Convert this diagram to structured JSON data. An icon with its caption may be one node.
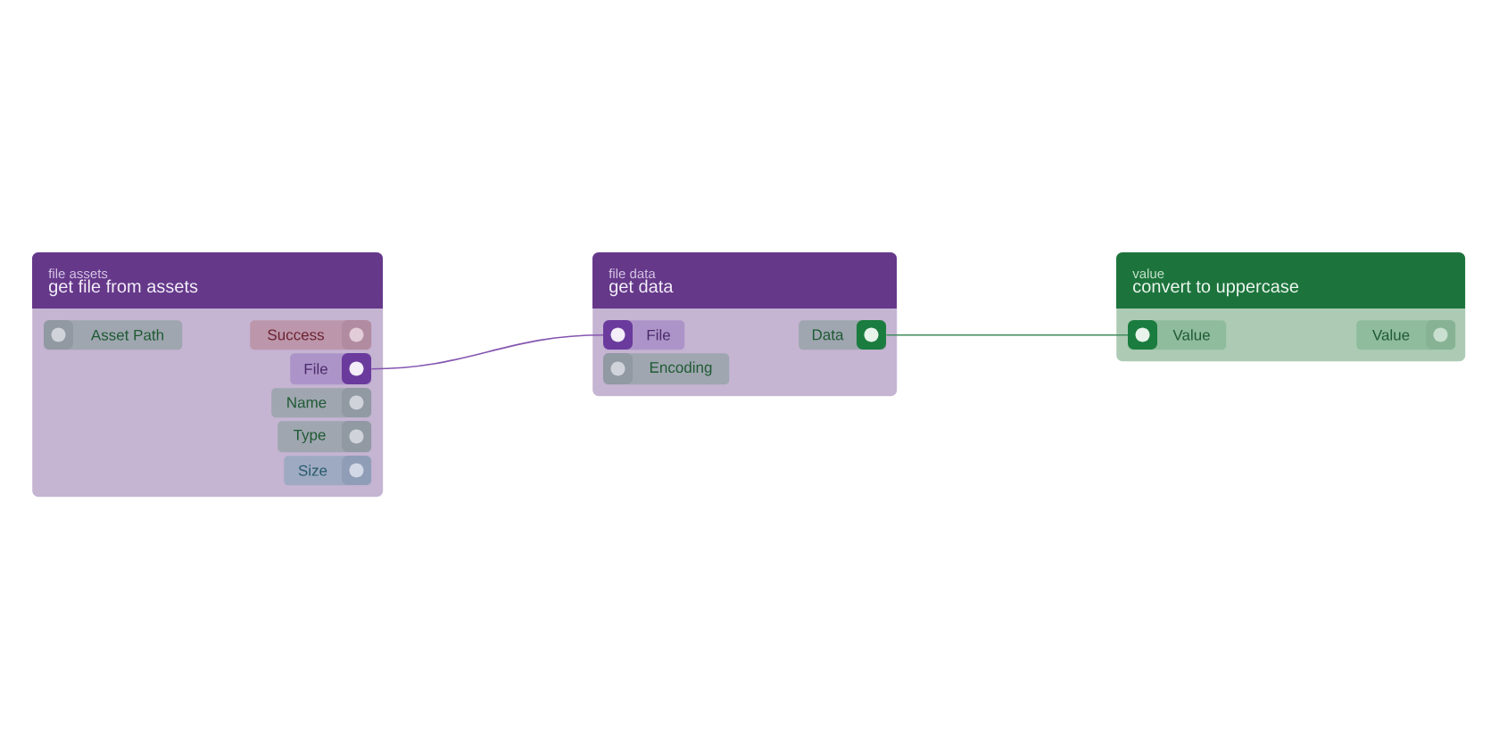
{
  "diagram": {
    "nodes": [
      {
        "text": [
          "file assets",
          "get file from assets"
        ]
      },
      {
        "text": [
          "Asset Path"
        ],
        "in": 0
      },
      {
        "text": [
          "Success"
        ],
        "in": 0
      },
      {
        "text": [
          "File"
        ],
        "in": 0
      },
      {
        "text": [
          "Name"
        ],
        "in": 0
      },
      {
        "text": [
          "Type"
        ],
        "in": 0
      },
      {
        "text": [
          "Size"
        ],
        "in": 0
      },
      {
        "text": [
          "file data",
          "get data"
        ]
      },
      {
        "text": [
          "File"
        ],
        "in": 7
      },
      {
        "text": [
          "Encoding"
        ],
        "in": 7
      },
      {
        "text": [
          "Data"
        ],
        "in": 7
      },
      {
        "text": [
          "value",
          "convert to uppercase"
        ]
      },
      {
        "text": [
          "Value"
        ],
        "in": 11
      },
      {
        "text": [
          "Value"
        ],
        "in": 11
      }
    ],
    "edges": [
      {
        "from": 3,
        "to": 8,
        "arrow": "none",
        "color": "#8455b0"
      },
      {
        "from": 10,
        "to": 12,
        "arrow": "none",
        "color": "#3f8c5c"
      }
    ]
  }
}
